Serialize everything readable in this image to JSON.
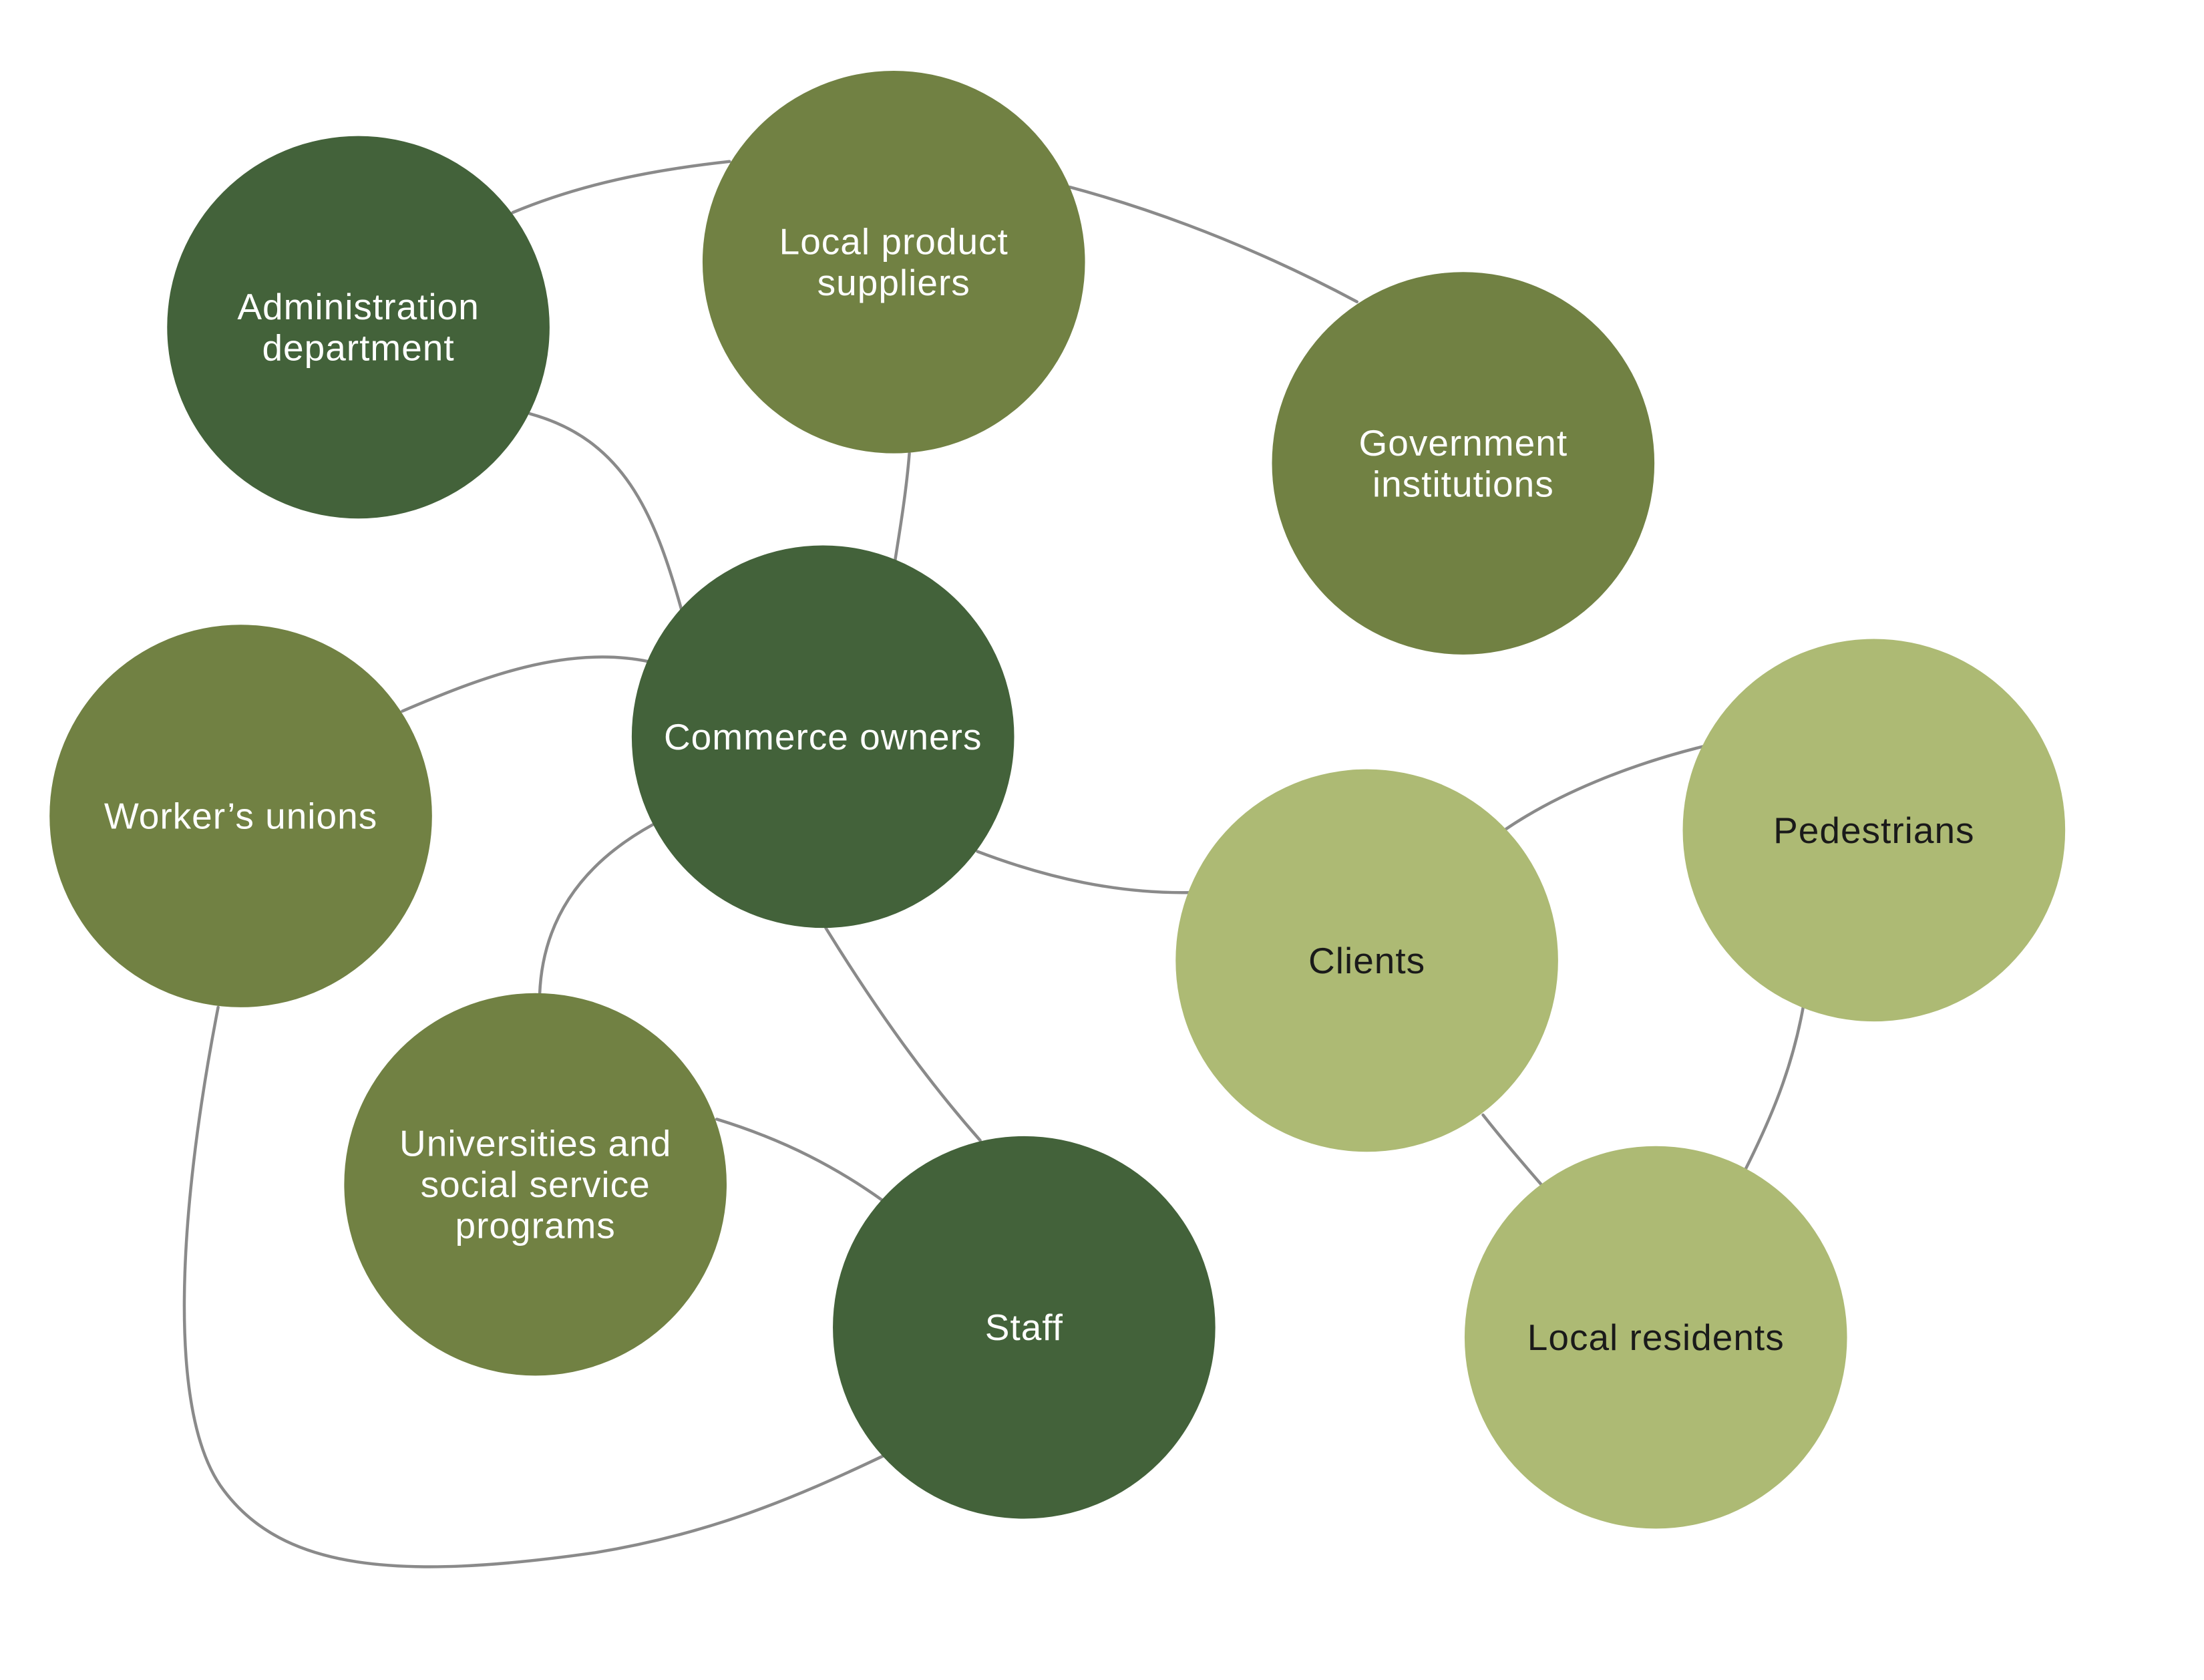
{
  "palette": {
    "dark_green": "#43623a",
    "medium_green": "#718143",
    "light_green": "#adba74",
    "connector": "#8a8a8a",
    "label_light": "#ffffff",
    "label_dark": "#1a1a1a"
  },
  "nodes": [
    {
      "id": "administration-department",
      "label_lines": [
        "Administration",
        "department"
      ],
      "tone": "dark_green"
    },
    {
      "id": "local-product-suppliers",
      "label_lines": [
        "Local product",
        "suppliers"
      ],
      "tone": "medium_green"
    },
    {
      "id": "government-institutions",
      "label_lines": [
        "Government",
        "institutions"
      ],
      "tone": "medium_green"
    },
    {
      "id": "commerce-owners",
      "label_lines": [
        "Commerce owners"
      ],
      "tone": "dark_green"
    },
    {
      "id": "workers-unions",
      "label_lines": [
        "Worker’s unions"
      ],
      "tone": "medium_green"
    },
    {
      "id": "universities-programs",
      "label_lines": [
        "Universities and",
        "social service",
        "programs"
      ],
      "tone": "medium_green"
    },
    {
      "id": "staff",
      "label_lines": [
        "Staff"
      ],
      "tone": "dark_green"
    },
    {
      "id": "clients",
      "label_lines": [
        "Clients"
      ],
      "tone": "light_green"
    },
    {
      "id": "pedestrians",
      "label_lines": [
        "Pedestrians"
      ],
      "tone": "light_green"
    },
    {
      "id": "local-residents",
      "label_lines": [
        "Local residents"
      ],
      "tone": "light_green"
    }
  ],
  "connections": [
    {
      "from": "administration-department",
      "to": "local-product-suppliers"
    },
    {
      "from": "local-product-suppliers",
      "to": "government-institutions"
    },
    {
      "from": "local-product-suppliers",
      "to": "commerce-owners"
    },
    {
      "from": "administration-department",
      "to": "commerce-owners"
    },
    {
      "from": "workers-unions",
      "to": "commerce-owners"
    },
    {
      "from": "commerce-owners",
      "to": "clients"
    },
    {
      "from": "commerce-owners",
      "to": "universities-programs"
    },
    {
      "from": "commerce-owners",
      "to": "staff"
    },
    {
      "from": "universities-programs",
      "to": "staff"
    },
    {
      "from": "workers-unions",
      "to": "staff"
    },
    {
      "from": "clients",
      "to": "pedestrians"
    },
    {
      "from": "clients",
      "to": "local-residents"
    },
    {
      "from": "pedestrians",
      "to": "local-residents"
    }
  ]
}
